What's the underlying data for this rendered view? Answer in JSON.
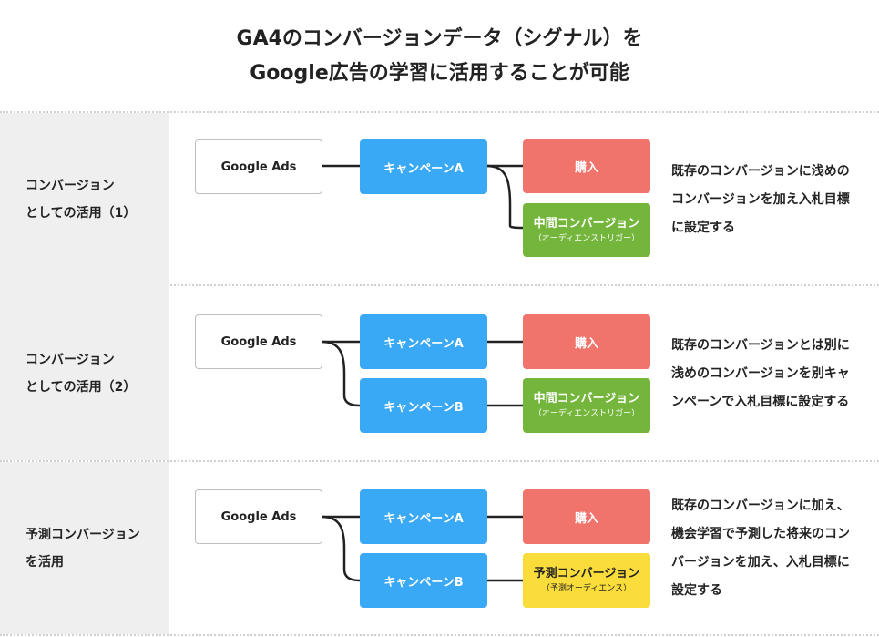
{
  "title": {
    "line1": "GA4のコンバージョンデータ（シグナル）を",
    "line2": "Google広告の学習に活用することが可能"
  },
  "rows": [
    {
      "label": [
        "コンバージョン",
        "としての活用（1）"
      ],
      "ads": "Google Ads",
      "campaign_a": "キャンペーンA",
      "purchase": "購入",
      "conversion": {
        "main": "中間コンバージョン",
        "sub": "（オーディエンストリガー）"
      },
      "description": [
        "既存のコンバージョンに浅めの",
        "コンバージョンを加え入札目標",
        "に設定する"
      ]
    },
    {
      "label": [
        "コンバージョン",
        "としての活用（2）"
      ],
      "ads": "Google Ads",
      "campaign_a": "キャンペーンA",
      "campaign_b": "キャンペーンB",
      "purchase": "購入",
      "conversion": {
        "main": "中間コンバージョン",
        "sub": "（オーディエンストリガー）"
      },
      "description": [
        "既存のコンバージョンとは別に",
        "浅めのコンバージョンを別キャ",
        "ンペーンで入札目標に設定する"
      ]
    },
    {
      "label": [
        "予測コンバージョン",
        "を活用"
      ],
      "ads": "Google Ads",
      "campaign_a": "キャンペーンA",
      "campaign_b": "キャンペーンB",
      "purchase": "購入",
      "conversion": {
        "main": "予測コンバージョン",
        "sub": "（予測オーディエンス）"
      },
      "description": [
        "既存のコンバージョンに加え、",
        "機会学習で予測した将来のコン",
        "バージョンを加え、入札目標に",
        "設定する"
      ]
    }
  ],
  "colors": {
    "campaign": "#3aa9f5",
    "purchase": "#f0736c",
    "intermediate_conversion": "#74b53c",
    "predictive_conversion": "#fadc3a",
    "label_background": "#efefef"
  }
}
